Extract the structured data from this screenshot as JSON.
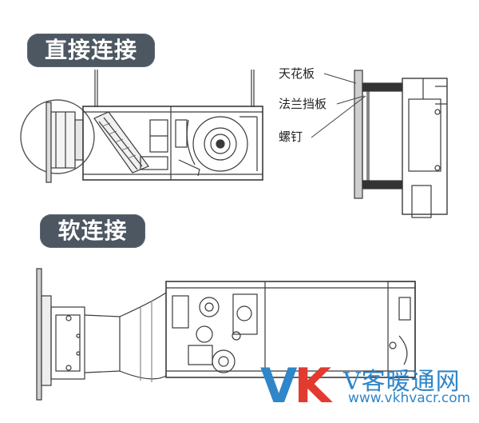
{
  "headings": {
    "direct": "直接连接",
    "soft": "软连接"
  },
  "callouts": {
    "ceiling": "天花板",
    "flange": "法兰挡板",
    "screw": "螺钉"
  },
  "watermark": {
    "letter_v": "V",
    "letter_k": "K",
    "site_name": "V客暖通网",
    "url": "www.vkhvacr.com"
  },
  "colors": {
    "line": "#3a3a3a",
    "badge": "#4d5761",
    "brand_blue": "#2f86c9",
    "brand_red": "#e23a2f"
  }
}
